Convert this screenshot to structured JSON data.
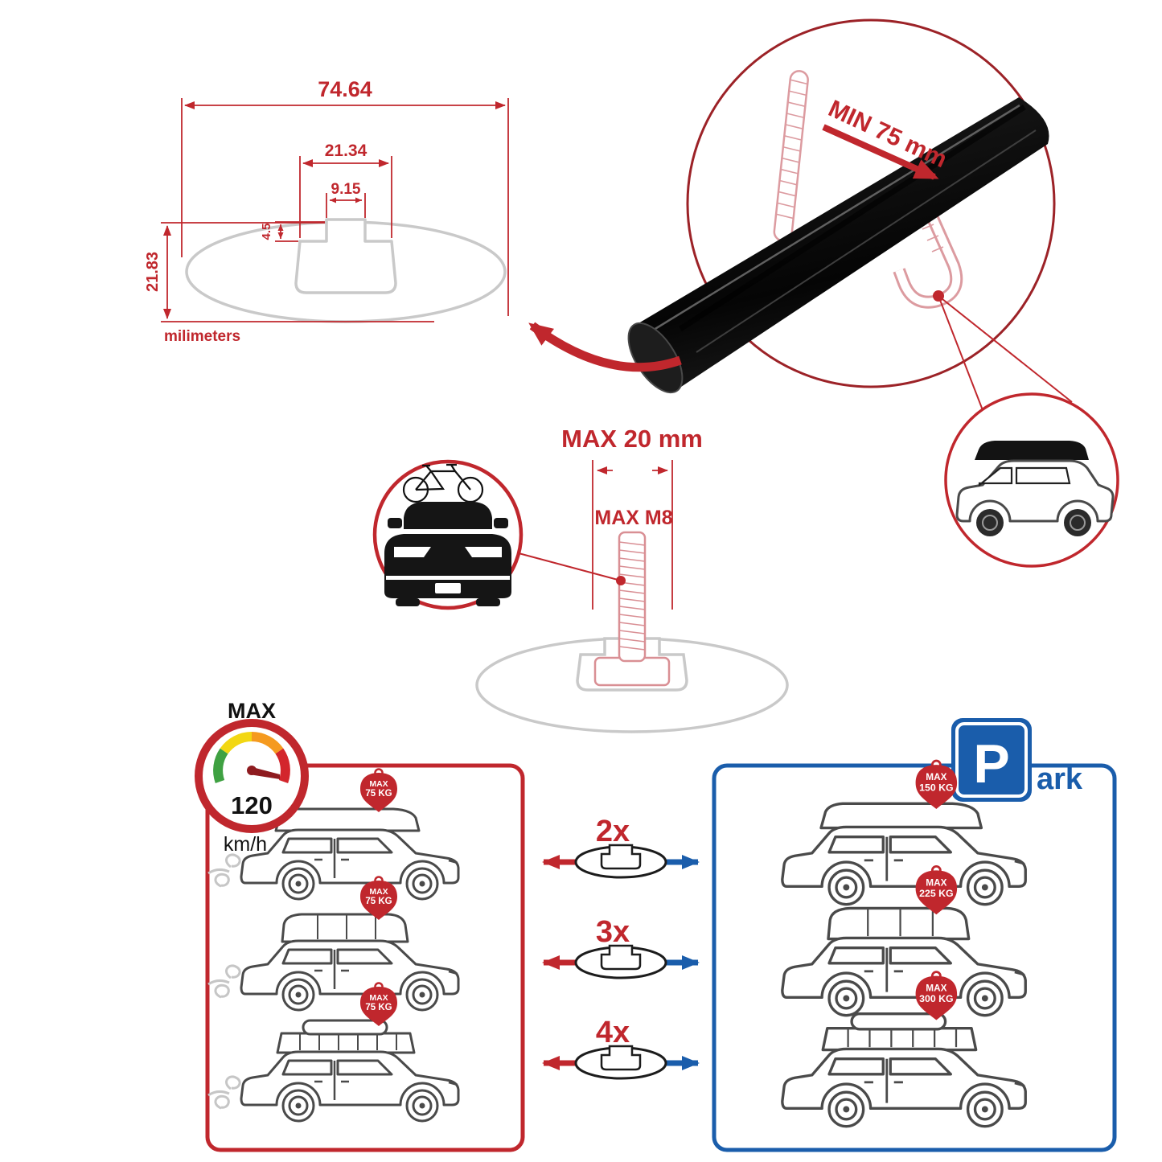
{
  "colors": {
    "accent_red": "#c0272d",
    "accent_blue": "#1a5dab",
    "profile_gray": "#c9c9c9",
    "bar_black": "#111111"
  },
  "profile_dimensions": {
    "total_width": "74.64",
    "slot_outer_width": "21.34",
    "slot_opening_width": "9.15",
    "slot_lip_depth": "4.5",
    "total_height": "21.83",
    "units": "milimeters"
  },
  "clamp_detail": {
    "min_grip": "MIN 75 mm"
  },
  "bolt_detail": {
    "max_length": "MAX 20 mm",
    "max_thread": "MAX M8"
  },
  "speed_limit": {
    "label": "MAX",
    "value": "120",
    "units": "km/h"
  },
  "parking": {
    "sign_letter": "P",
    "word_rest": "ark"
  },
  "capacity": {
    "single_bar_cars": [
      {
        "tag_label": "MAX",
        "tag_value": "75 KG"
      },
      {
        "tag_label": "MAX",
        "tag_value": "75 KG"
      },
      {
        "tag_label": "MAX",
        "tag_value": "75 KG"
      }
    ],
    "rows": [
      {
        "count": "2x",
        "parked_tag_label": "MAX",
        "parked_tag_value": "150 KG"
      },
      {
        "count": "3x",
        "parked_tag_label": "MAX",
        "parked_tag_value": "225 KG"
      },
      {
        "count": "4x",
        "parked_tag_label": "MAX",
        "parked_tag_value": "300 KG"
      }
    ]
  }
}
